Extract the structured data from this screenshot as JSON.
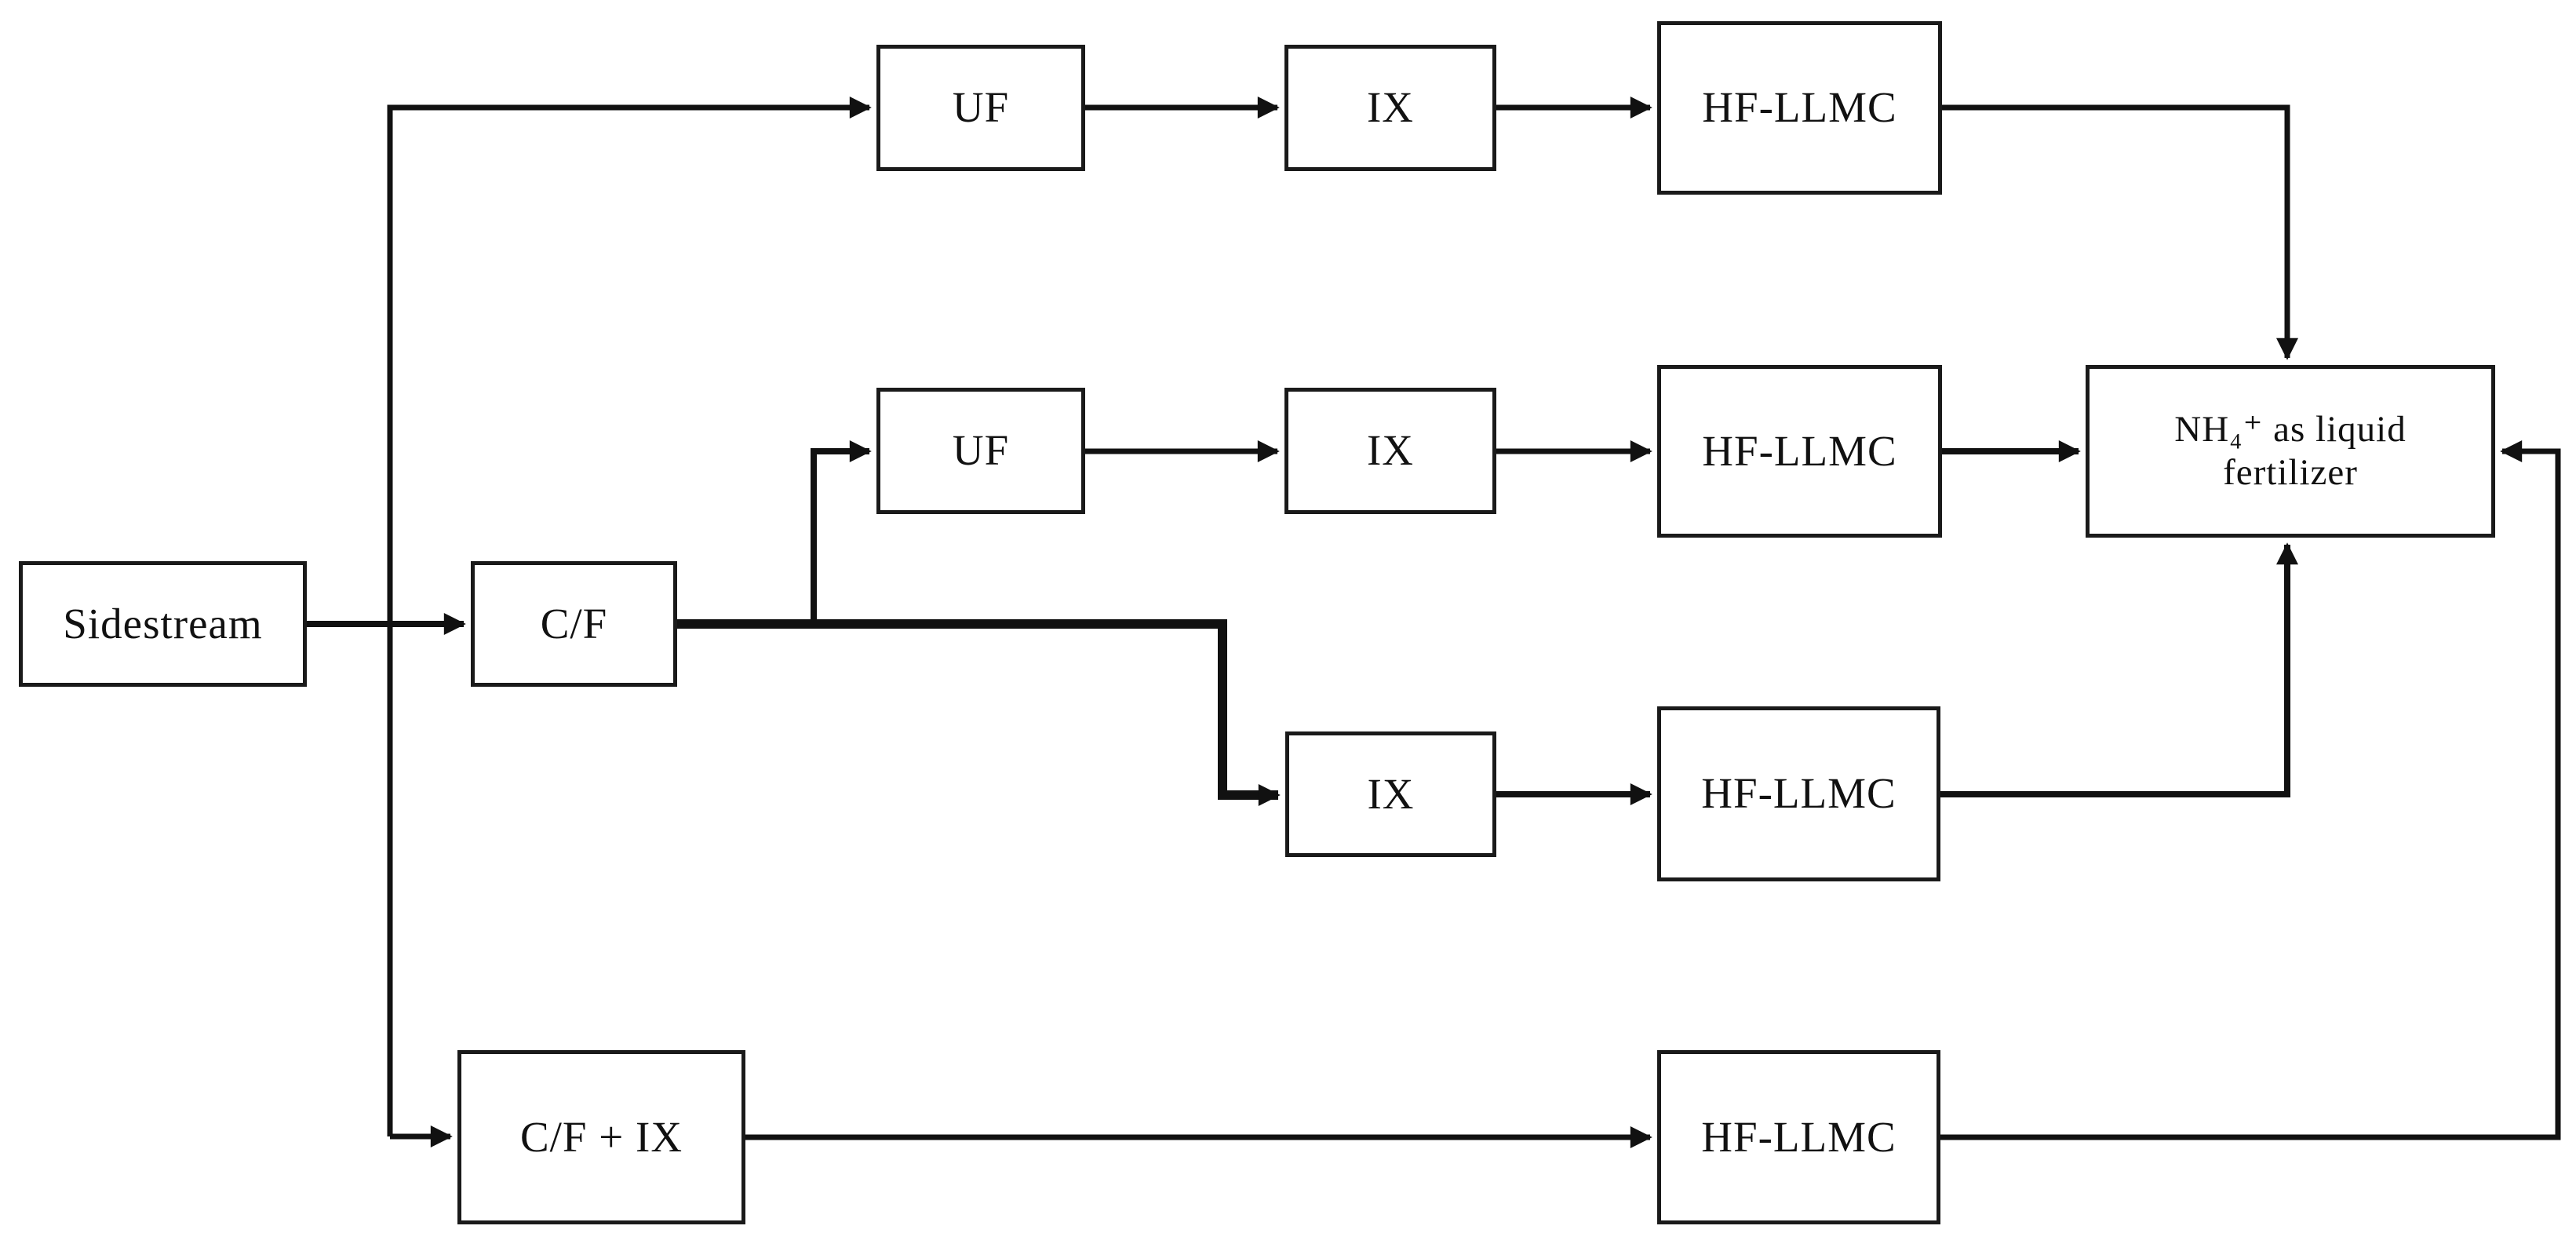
{
  "figure": {
    "kind": "process-flow-diagram"
  },
  "nodes": {
    "sidestream": {
      "label": "Sidestream"
    },
    "cf": {
      "label": "C/F"
    },
    "uf1": {
      "label": "UF"
    },
    "ix1": {
      "label": "IX"
    },
    "hf1": {
      "label": "HF-LLMC"
    },
    "uf2": {
      "label": "UF"
    },
    "ix2": {
      "label": "IX"
    },
    "hf2": {
      "label": "HF-LLMC"
    },
    "ix3": {
      "label": "IX"
    },
    "hf3": {
      "label": "HF-LLMC"
    },
    "cfix": {
      "label": "C/F + IX"
    },
    "hf4": {
      "label": "HF-LLMC"
    },
    "product": {
      "label": "NH₄⁺ as liquid fertilizer"
    }
  },
  "edges": [
    {
      "from": "sidestream",
      "to": "cf"
    },
    {
      "from": "sidestream",
      "to": "uf1"
    },
    {
      "from": "sidestream",
      "to": "cfix"
    },
    {
      "from": "uf1",
      "to": "ix1"
    },
    {
      "from": "ix1",
      "to": "hf1"
    },
    {
      "from": "hf1",
      "to": "product"
    },
    {
      "from": "cf",
      "to": "uf2"
    },
    {
      "from": "uf2",
      "to": "ix2"
    },
    {
      "from": "ix2",
      "to": "hf2"
    },
    {
      "from": "hf2",
      "to": "product"
    },
    {
      "from": "cf",
      "to": "ix3"
    },
    {
      "from": "ix3",
      "to": "hf3"
    },
    {
      "from": "hf3",
      "to": "product"
    },
    {
      "from": "cfix",
      "to": "hf4"
    },
    {
      "from": "hf4",
      "to": "product"
    }
  ],
  "colors": {
    "background": "#ffffff",
    "line": "#111111",
    "box_border": "#1a1a1a",
    "text": "#111111"
  }
}
